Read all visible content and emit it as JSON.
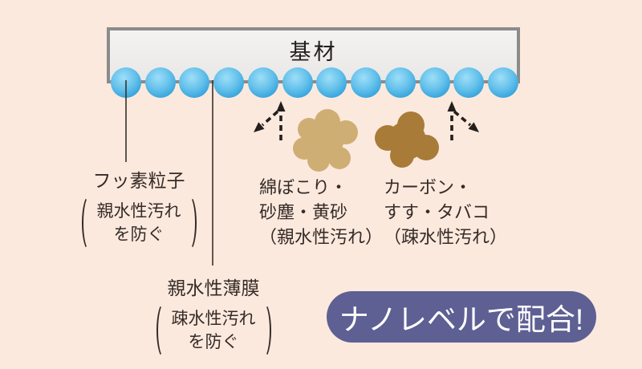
{
  "colors": {
    "background": "#fce9de",
    "substrate_fill": "#efeeec",
    "substrate_border": "#8b8b8b",
    "particle_blue": "#2f9fda",
    "particle_highlight": "#9edef8",
    "dust_hydrophilic": "#cfae74",
    "dust_hydrophobic": "#a87b38",
    "pointer_line": "#3a312b",
    "arrow": "#231f1c",
    "text": "#352b26",
    "badge_bg": "#5e6093",
    "badge_text": "#ffffff"
  },
  "substrate": {
    "label": "基材"
  },
  "coating": {
    "particle_count": 12
  },
  "callouts": {
    "fluorine": {
      "title": "フッ素粒子",
      "note_line1": "親水性汚れ",
      "note_line2": "を防ぐ"
    },
    "film": {
      "title": "親水性薄膜",
      "note_line1": "疎水性汚れ",
      "note_line2": "を防ぐ"
    }
  },
  "dust": {
    "hydrophilic": {
      "line1": "綿ぼこり・",
      "line2": "砂塵・黄砂",
      "line3": "（親水性汚れ）"
    },
    "hydrophobic": {
      "line1": "カーボン・",
      "line2": "すす・タバコ",
      "line3": "（疎水性汚れ）"
    }
  },
  "badge": {
    "label": "ナノレベルで配合!"
  }
}
